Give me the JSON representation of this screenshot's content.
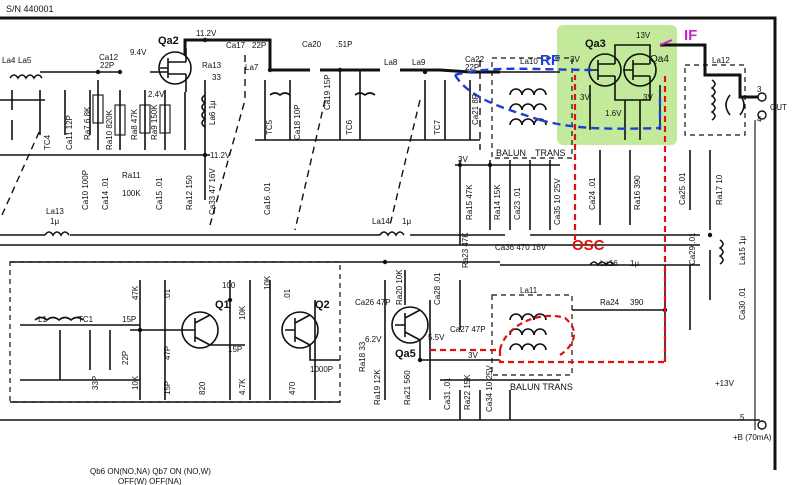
{
  "header": {
    "serial": "S/N 440001"
  },
  "annotations": {
    "rf": "RF",
    "osc": "OSC",
    "if": "IF",
    "rf_color": "#1a3fd6",
    "osc_color": "#e01010",
    "if_color": "#d01fd0",
    "highlight_color": "#b8e68a"
  },
  "transistors": {
    "qa2": "Qa2",
    "qa3": "Qa3",
    "qa4": "Qa4",
    "qa5": "Qa5",
    "q1": "Q1",
    "q2": "Q2"
  },
  "blocks": {
    "balun_trans_top": "BALUN",
    "trans_top": "TRANS",
    "balun_trans_bottom": "BALUN TRANS",
    "la10": "La10",
    "la11": "La11",
    "la12": "La12"
  },
  "supply": {
    "v13_top": "13V",
    "v11_2": "11.2V",
    "v11_2b": "11.2V",
    "v9_4": "9.4V",
    "v2_4": "2.4V",
    "v3_a": "3V",
    "v3_b": "3V",
    "v3_c": "3V",
    "v1_6": "1.6V",
    "v3_d": "3V",
    "v3_e": "3V",
    "v6_2": "6.2V",
    "v5_5": "5.5V",
    "v13_right": "+13V",
    "b_plus": "+B (70mA)"
  },
  "terminals": {
    "t3": "3",
    "t4": "4",
    "t5": "5",
    "out": "OUT"
  },
  "components": {
    "la4": "La4",
    "la5": "La5",
    "ca12": "Ca12",
    "ca12v": "22P",
    "ra13": "Ra13",
    "ra13v": "33",
    "ca17": "Ca17",
    "ca17v": "22P",
    "ca20": "Ca20",
    ".51p": ".51P",
    "la7": "La7",
    "la8": "La8",
    "la9": "La9",
    "ca22": "Ca22",
    "ca22v": "22P",
    "tc4": "TC4",
    "ca11": "Ca11 12P",
    "ra7": "Ra7 6.8K",
    "ra10": "Ra10 820K",
    "ra8": "Ra8 47K",
    "ra9": "Ra9 150K",
    "la6": "La6 1μ",
    "tc5": "TC5",
    "ca18": "Ca18 10P",
    "ca19": "Ca19 15P",
    "tc6": "TC6",
    "tc7": "TC7",
    "ca21": "Ca21 8P",
    "ca10": "Ca10 100P",
    "ca14": "Ca14 .01",
    "ca15": "Ca15 .01",
    "ra11": "Ra11",
    "ra11v": "100K",
    "ra12": "Ra12 150",
    "ca33": "Ca33 47 16V",
    "ca16": "Ca16 .01",
    "ra15": "Ra15 47K",
    "ra14": "Ra14 15K",
    "ca23": "Ca23 .01",
    "ca35": "Ca35 10 25V",
    "ca24": "Ca24 .01",
    "ra16": "Ra16 390",
    "ca25": "Ca25 .01",
    "ra17": "Ra17 10",
    "la13": "La13",
    "la13v": "1μ",
    "la14": "La14",
    "la14v": "1μ",
    "ra23": "Ra23 47K",
    "ca36": "Ca36 470 16V",
    "la16": "La16",
    "la16v": "1μ",
    "ca29": "Ca29 .01",
    "la15": "La15 1μ",
    "ca30": "Ca30 .01",
    "l1": "L1",
    "tc1": "TC1",
    "c15p": "15P",
    "c22p": "22P",
    "c33p": "33P",
    "r47k_a": "47K",
    "c01_a": ".01",
    "r100": "100",
    "c47p_a": "47P",
    "r10k_a": "10K",
    "c15p_b": "15P",
    "c01_b": ".01",
    "c10k_b": "10K",
    "c15p_c": "15P",
    "r820": "820",
    "r47k_b": "4.7K",
    "r470": "470",
    "c1000p": "1000P",
    "r10k_c": "10K",
    "ca26": "Ca26 47P",
    "ra20": "Ra20 10K",
    "ca28": "Ca28 .01",
    "ra18": "Ra18 33",
    "ra19": "Ra19 12K",
    "ra21": "Ra21 560",
    "ca27": "Ca27 47P",
    "ra24": "Ra24",
    "ra24v": "390",
    "ca31": "Ca31 .01",
    "ra22": "Ra22 15K",
    "ca34": "Ca34 10 25V"
  },
  "footer": {
    "line1": "Qb6 ON(NO,NA)  Qb7  ON (NO,W)",
    "line2": "OFF(W)      OFF(NA)"
  }
}
